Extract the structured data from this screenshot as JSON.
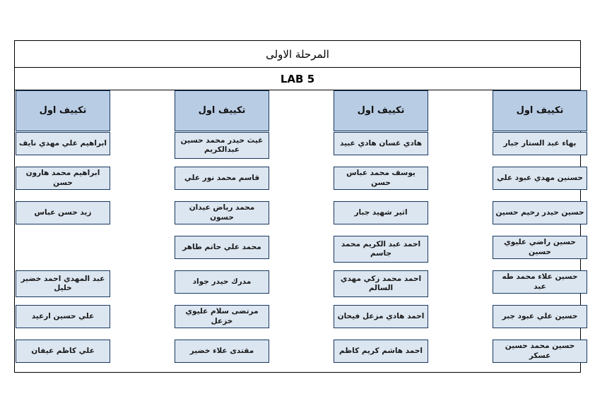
{
  "document": {
    "stage_title": "المرحلة الاولى",
    "lab_title": "LAB 5"
  },
  "colors": {
    "header_fill": "#b8cce4",
    "cell_fill": "#dce6f1",
    "border": "#17375e",
    "frame": "#000000",
    "page_background": "#ffffff"
  },
  "columns": [
    {
      "header": "تكييف اول",
      "names": [
        "بهاء عبد الستار جبار",
        "حسنين مهدي عبود علي",
        "حسين حيدر رحيم حسين",
        "حسين راضي عليوي حسين",
        "حسين علاء محمد طه عبد",
        "حسين علي عبود جبر",
        "حسين محمد حسين عسكر"
      ]
    },
    {
      "header": "تكييف اول",
      "names": [
        "هادي غسان هادي عبيد",
        "يوسف محمد عباس حسن",
        "اثير شهيد جبار",
        "احمد عبد الكريم محمد جاسم",
        "احمد محمد زكي مهدي السالم",
        "احمد هادي مزعل فيحان",
        "احمد هاشم كريم كاظم"
      ]
    },
    {
      "header": "تكييف اول",
      "names": [
        "غيث حيدر محمد حسين عبدالكريم",
        "قاسم محمد نور علي",
        "محمد رياض عيدان حسون",
        "محمد علي حاتم طاهر",
        "مدرك حيدر جواد",
        "مرتضى سلام عليوي خزعل",
        "مقتدى علاء خضير"
      ]
    },
    {
      "header": "تكييف اول",
      "names": [
        "ابراهيم علي مهدي نايف",
        "ابراهيم محمد هارون حسن",
        "زيد حسن عباس",
        "",
        "عبد المهدي احمد خضير خليل",
        "علي حسين ارعيد",
        "علي كاظم عيفان"
      ]
    }
  ]
}
